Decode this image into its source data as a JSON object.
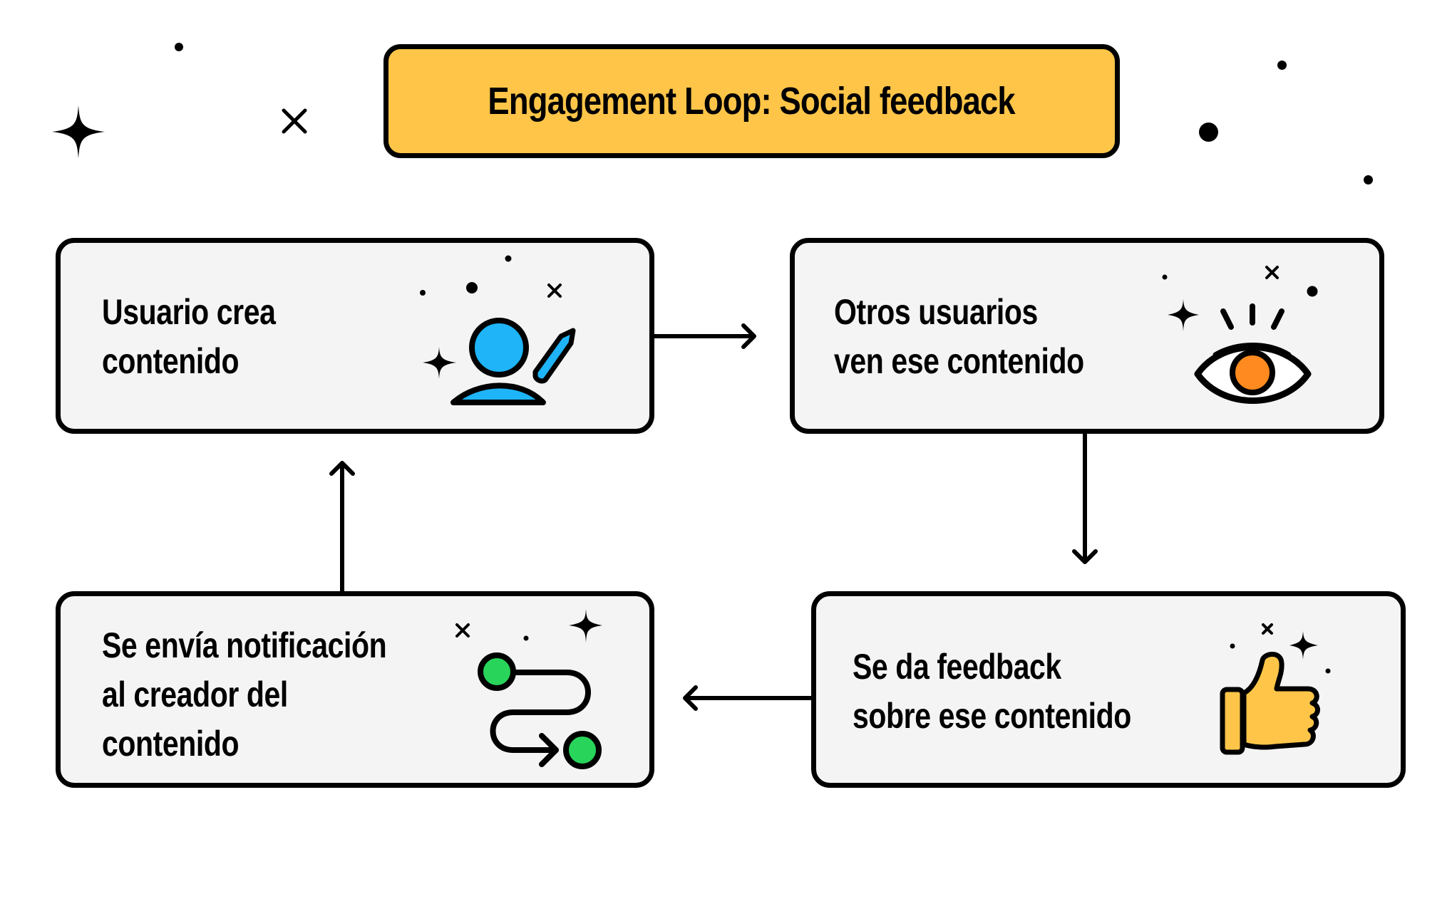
{
  "title": "Engagement Loop: Social feedback",
  "colors": {
    "title_bg": "#FEC548",
    "box_bg": "#F4F4F4",
    "outline": "#000000",
    "person_blue": "#1EB4F7",
    "eye_orange": "#FF8A1F",
    "path_green": "#28D45A",
    "thumb_yellow": "#FEC548"
  },
  "steps": [
    {
      "id": 1,
      "lines": [
        "Usuario crea",
        "contenido"
      ],
      "icon": "person-creating-icon"
    },
    {
      "id": 2,
      "lines": [
        "Otros usuarios",
        "ven ese contenido"
      ],
      "icon": "eye-icon"
    },
    {
      "id": 3,
      "lines": [
        "Se da feedback",
        "sobre ese contenido"
      ],
      "icon": "thumbs-up-icon"
    },
    {
      "id": 4,
      "lines": [
        "Se envía notificación",
        "al creador del",
        "contenido"
      ],
      "icon": "path-route-icon"
    }
  ],
  "flow": [
    {
      "from": 1,
      "to": 2,
      "direction": "right"
    },
    {
      "from": 2,
      "to": 3,
      "direction": "down"
    },
    {
      "from": 3,
      "to": 4,
      "direction": "left"
    },
    {
      "from": 4,
      "to": 1,
      "direction": "up"
    }
  ]
}
